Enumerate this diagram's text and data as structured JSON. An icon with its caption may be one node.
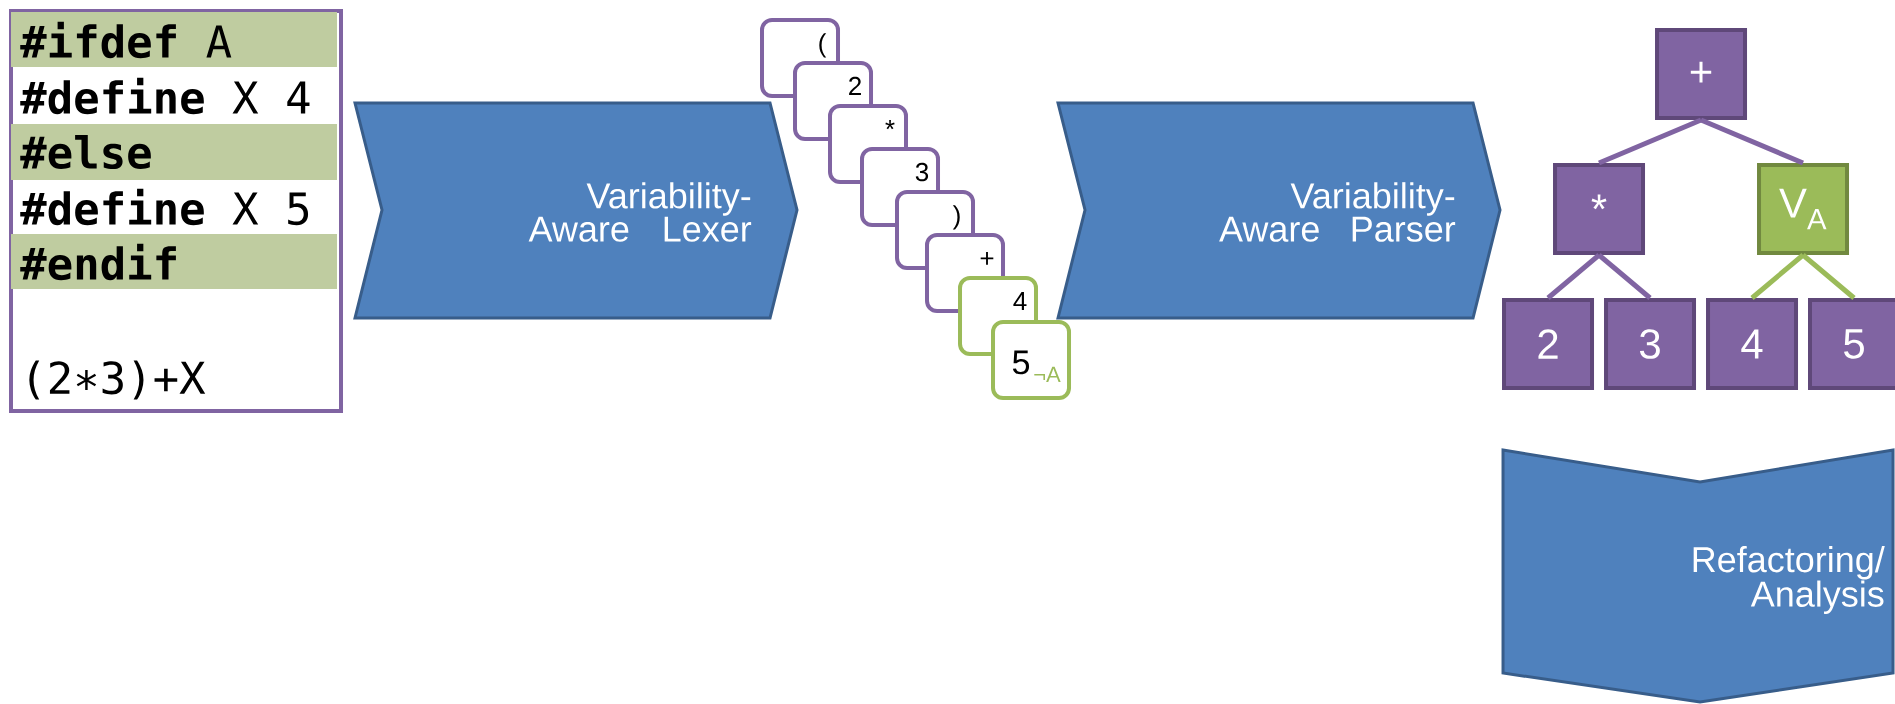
{
  "diagram": {
    "nodes": [
      {
        "text": [
          "**#ifdef** A",
          "**#define** X 4",
          "#else",
          "**#define** X 5",
          "#endif",
          "(2∗3)+X"
        ]
      },
      {
        "text": [
          "Variability-Aware Lexer"
        ]
      },
      {
        "text": [
          "("
        ]
      },
      {
        "text": [
          "2"
        ]
      },
      {
        "text": [
          "*"
        ]
      },
      {
        "text": [
          "3"
        ]
      },
      {
        "text": [
          ")"
        ]
      },
      {
        "text": [
          "+"
        ]
      },
      {
        "text": [
          "4"
        ]
      },
      {
        "text": [
          "5",
          "¬A"
        ]
      },
      {
        "text": [
          "Variability-Aware Parser"
        ]
      },
      {
        "text": [
          "+"
        ]
      },
      {
        "text": [
          "*"
        ]
      },
      {
        "text": [
          "V$_{A}$"
        ]
      },
      {
        "text": [
          "2"
        ]
      },
      {
        "text": [
          "3"
        ]
      },
      {
        "text": [
          "4"
        ]
      },
      {
        "text": [
          "5"
        ]
      },
      {
        "text": [
          "Refactoring/ Analysis"
        ]
      }
    ],
    "edges": [
      {
        "from": 11,
        "to": 12,
        "arrow": "none"
      },
      {
        "from": 11,
        "to": 13,
        "arrow": "none"
      },
      {
        "from": 12,
        "to": 14,
        "arrow": "none"
      },
      {
        "from": 12,
        "to": 15,
        "arrow": "none"
      },
      {
        "from": 13,
        "to": 16,
        "arrow": "none",
        "color": "#9bbb59"
      },
      {
        "from": 13,
        "to": 17,
        "arrow": "none",
        "color": "#9bbb59"
      }
    ]
  }
}
